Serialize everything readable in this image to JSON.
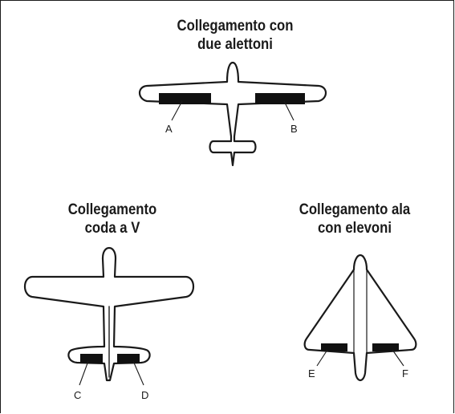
{
  "diagrams": [
    {
      "title_line1": "Collegamento con",
      "title_line2": "due alettoni",
      "labels": [
        "A",
        "B"
      ]
    },
    {
      "title_line1": "Collegamento",
      "title_line2": "coda a V",
      "labels": [
        "C",
        "D"
      ]
    },
    {
      "title_line1": "Collegamento ala",
      "title_line2": "con elevoni",
      "labels": [
        "E",
        "F"
      ]
    }
  ],
  "colors": {
    "stroke": "#1a1a1a",
    "control_surface": "#111111",
    "background": "#ffffff"
  }
}
